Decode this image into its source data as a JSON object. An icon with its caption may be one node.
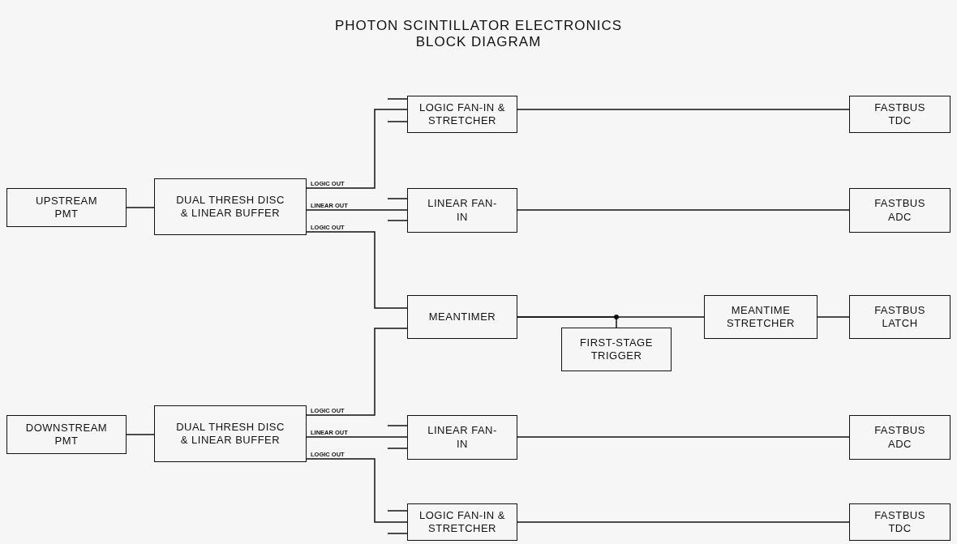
{
  "diagram": {
    "title": "PHOTON SCINTILLATOR ELECTRONICS BLOCK DIAGRAM",
    "nodes": [
      {
        "text": [
          "UPSTREAM PMT"
        ]
      },
      {
        "text": [
          "DUAL THRESH DISC & LINEAR BUFFER"
        ]
      },
      {
        "text": [
          "LOGIC FAN-IN & STRETCHER"
        ]
      },
      {
        "text": [
          "LINEAR FAN-IN"
        ]
      },
      {
        "text": [
          "MEANTIMER"
        ]
      },
      {
        "text": [
          "FIRST-STAGE TRIGGER"
        ]
      },
      {
        "text": [
          "MEANTIME STRETCHER"
        ]
      },
      {
        "text": [
          "FASTBUS TDC"
        ]
      },
      {
        "text": [
          "FASTBUS ADC"
        ]
      },
      {
        "text": [
          "FASTBUS LATCH"
        ]
      },
      {
        "text": [
          "DOWNSTREAM PMT"
        ]
      },
      {
        "text": [
          "DUAL THRESH DISC & LINEAR BUFFER"
        ]
      },
      {
        "text": [
          "LINEAR FAN-IN"
        ]
      },
      {
        "text": [
          "FASTBUS ADC"
        ]
      },
      {
        "text": [
          "LOGIC FAN-IN & STRETCHER"
        ]
      },
      {
        "text": [
          "FASTBUS TDC"
        ]
      }
    ],
    "edges": [
      {
        "from": 0,
        "to": 1,
        "arrow": "none"
      },
      {
        "from": 1,
        "to": 2,
        "arrow": "none",
        "label": "LOGIC OUT"
      },
      {
        "from": 1,
        "to": 3,
        "arrow": "none",
        "label": "LINEAR OUT"
      },
      {
        "from": 1,
        "to": 4,
        "arrow": "none",
        "label": "LOGIC OUT"
      },
      {
        "from": 2,
        "to": 7,
        "arrow": "none"
      },
      {
        "from": 3,
        "to": 8,
        "arrow": "none"
      },
      {
        "from": 4,
        "to": 6,
        "arrow": "none"
      },
      {
        "from": 4,
        "to": 5,
        "arrow": "none"
      },
      {
        "from": 6,
        "to": 9,
        "arrow": "none"
      },
      {
        "from": 10,
        "to": 11,
        "arrow": "none"
      },
      {
        "from": 11,
        "to": 4,
        "arrow": "none",
        "label": "LOGIC OUT"
      },
      {
        "from": 11,
        "to": 12,
        "arrow": "none",
        "label": "LINEAR OUT"
      },
      {
        "from": 11,
        "to": 14,
        "arrow": "none",
        "label": "LOGIC OUT"
      },
      {
        "from": 12,
        "to": 13,
        "arrow": "none"
      },
      {
        "from": 14,
        "to": 15,
        "arrow": "none"
      },
      {
        "from": null,
        "to": 2,
        "arrow": "none"
      },
      {
        "from": null,
        "to": 2,
        "arrow": "none"
      },
      {
        "from": null,
        "to": 3,
        "arrow": "none"
      },
      {
        "from": null,
        "to": 3,
        "arrow": "none"
      },
      {
        "from": null,
        "to": 12,
        "arrow": "none"
      },
      {
        "from": null,
        "to": 12,
        "arrow": "none"
      },
      {
        "from": null,
        "to": 14,
        "arrow": "none"
      },
      {
        "from": null,
        "to": 14,
        "arrow": "none"
      }
    ]
  }
}
